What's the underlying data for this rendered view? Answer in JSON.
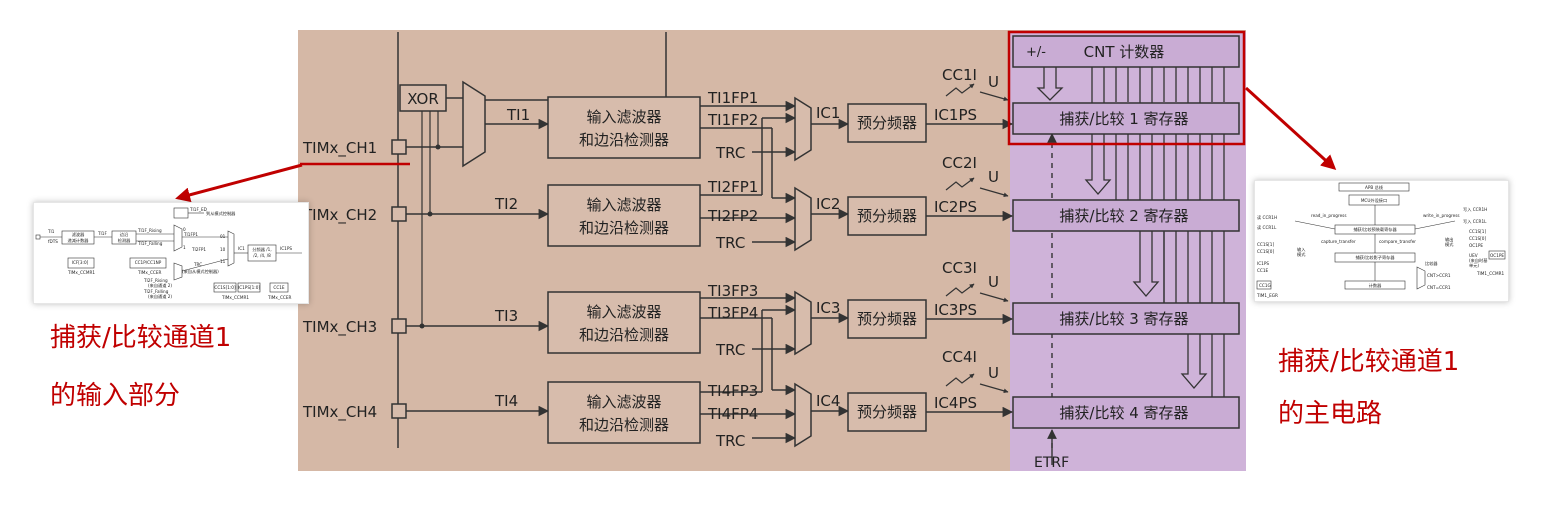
{
  "main": {
    "inputs": [
      "TIMx_CH1",
      "TIMx_CH2",
      "TIMx_CH3",
      "TIMx_CH4"
    ],
    "xor_label": "XOR",
    "ti_labels": [
      "TI1",
      "TI2",
      "TI3",
      "TI4"
    ],
    "filter_line1": "输入滤波器",
    "filter_line2": "和边沿检测器",
    "fp_labels": [
      [
        "TI1FP1",
        "TI1FP2"
      ],
      [
        "TI2FP1",
        "TI2FP2"
      ],
      [
        "TI3FP3",
        "TI3FP4"
      ],
      [
        "TI4FP3",
        "TI4FP4"
      ]
    ],
    "trc_label": "TRC",
    "ic_labels": [
      "IC1",
      "IC2",
      "IC3",
      "IC4"
    ],
    "prescaler_label": "预分频器",
    "icps_labels": [
      "IC1PS",
      "IC2PS",
      "IC3PS",
      "IC4PS"
    ],
    "cci_labels": [
      "CC1I",
      "CC2I",
      "CC3I",
      "CC4I"
    ],
    "u_label": "U",
    "cnt_label": "CNT 计数器",
    "pm_label": "+/-",
    "capture_labels": [
      "捕获/比较 1 寄存器",
      "捕获/比较 2 寄存器",
      "捕获/比较 3 寄存器",
      "捕获/比较 4 寄存器"
    ],
    "etrf_label": "ETRF"
  },
  "annotations": {
    "left_line1": "捕获/比较通道1",
    "left_line2": "的输入部分",
    "right_line1": "捕获/比较通道1",
    "right_line2": "的主电路"
  },
  "left_thumb": {
    "ti1": "TI1",
    "fdts": "fDTS",
    "filter_line1": "滤波器",
    "filter_line2": "递减计数器",
    "ti1f": "TI1F",
    "edge_line1": "边沿",
    "edge_line2": "检测器",
    "rising": "TI1F_Rising",
    "falling": "TI1F_Falling",
    "ti1f_ed": "TI1F_ED",
    "to_slave": "到从模式控制器",
    "ti1fp1": "TI1FP1",
    "ti2fp1": "TI2FP1",
    "icf": "ICF[3:0]",
    "ccmr1": "TIMx_CCMR1",
    "ccp": "CC1P/CC1NP",
    "ccer": "TIMx_CCER",
    "trc": "TRC",
    "from_slave": "(来自从模式控制器)",
    "ic1": "IC1",
    "psc_line1": "分频器 /1,",
    "psc_line2": "/2, /4, /8",
    "ic1ps": "IC1PS",
    "rising2": "TI2F_Rising",
    "from_ch2a": "(来自通道 2)",
    "falling2": "TI2F_Falling",
    "from_ch2b": "(来自通道 2)",
    "ccs": "CC1S[1:0]",
    "icps": "IC1PS[1:0]",
    "cc1e": "CC1E",
    "ccer2": "TIMx_CCER",
    "ccmr1b": "TIMx_CCMR1",
    "m01": "01",
    "m10": "10",
    "m11": "11",
    "m0": "0",
    "m1": "1"
  },
  "right_thumb": {
    "apb": "APB 总线",
    "mcu": "MCU外设接口",
    "reg_h": "捕获/比较预装载寄存器",
    "reg_l": "捕获/比较影子寄存器",
    "counter": "计数器",
    "read_ccr1h": "读 CCR1H",
    "read_ccr1l": "读 CCR1L",
    "read_in_progress": "read_in_progress",
    "write_in_progress": "write_in_progress",
    "write_ccr1h": "写入 CCR1H",
    "write_ccr1l": "写入 CCR1L",
    "capture_transfer": "capture_transfer",
    "compare_transfer": "compare_transfer",
    "in_mode_line1": "输入",
    "in_mode_line2": "模式",
    "out_mode_line1": "输出",
    "out_mode_line2": "模式",
    "compare": "比较器",
    "cc1s1": "CC1S[1]",
    "cc1s0": "CC1S[0]",
    "ic1ps": "IC1PS",
    "cc1e": "CC1E",
    "cc1g": "CC1G",
    "egr": "TIM1_EGR",
    "cc1s1b": "CC1S[1]",
    "cc1s0b": "CC1S[0]",
    "oc1pe": "OC1PE",
    "uev_line1": "UEV",
    "uev_line2": "(来自时基",
    "uev_line3": "单元)",
    "ccmr1": "TIM1_CCMR1",
    "oc1pe2": "OC1PE",
    "cnt_gt": "CNT>CCR1",
    "cnt_eq": "CNT=CCR1"
  },
  "colors": {
    "background": "#d5b8a6",
    "capture_area": "#cfb3d9",
    "capture_box": "#c9acd4",
    "box_fill": "#d7bcac",
    "line": "#333333",
    "annotation": "#c00000"
  }
}
